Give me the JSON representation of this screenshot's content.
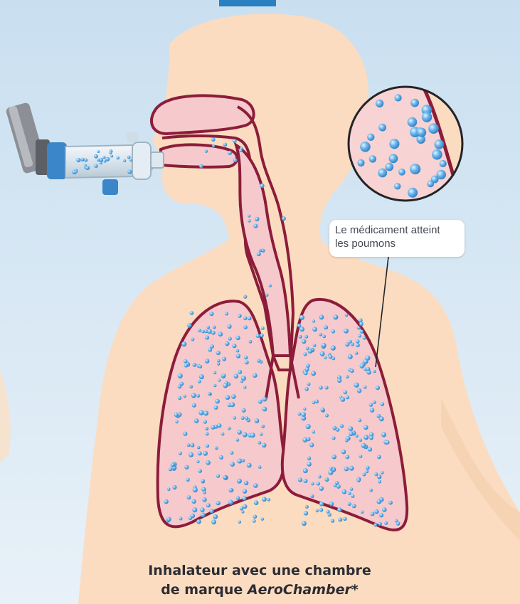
{
  "callout": {
    "line1": "Le médicament atteint",
    "line2": "les poumons"
  },
  "caption": {
    "line1": "Inhalateur avec une chambre",
    "line2_prefix": "de marque ",
    "line2_brand": "AeroChamber",
    "line2_suffix": "*"
  },
  "colors": {
    "background_top": "#c9dff0",
    "background_bottom": "#e8f1f8",
    "skin": "#fbdcc0",
    "airway_fill": "#f6c9cc",
    "airway_outline": "#8c1d3a",
    "particle": "#5aa6e0",
    "title_blue": "#2a7fc0",
    "inhaler_blue": "#3a86c8",
    "inhaler_gray": "#8c9096"
  },
  "icons": [
    "inhaler-icon",
    "spacer-chamber-icon",
    "magnifier-circle-icon"
  ]
}
